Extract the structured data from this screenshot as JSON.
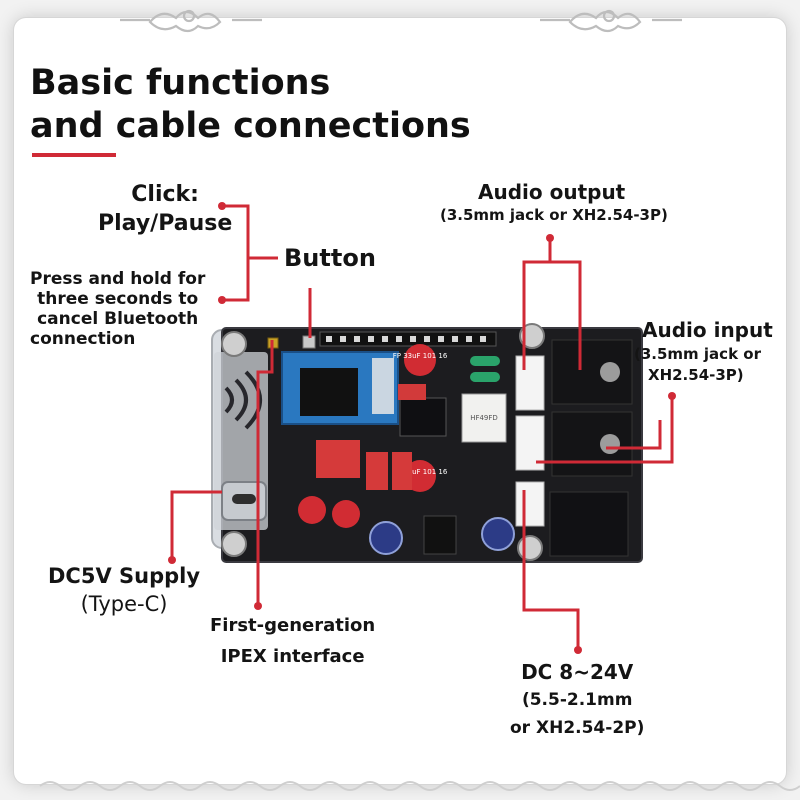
{
  "title": {
    "line1": "Basic functions",
    "line2": "and cable connections"
  },
  "labels": {
    "click_line1": "Click:",
    "click_line2": "Play/Pause",
    "press_line1": "Press and hold for",
    "press_line2": "three seconds to",
    "press_line3": "cancel Bluetooth",
    "press_line4": "connection",
    "button": "Button",
    "audio_output": "Audio output",
    "audio_output_sub": "(3.5mm jack or XH2.54-3P)",
    "audio_input": "Audio input",
    "audio_input_sub1": "(3.5mm jack or",
    "audio_input_sub2": "XH2.54-3P)",
    "dc5v_line1": "DC5V Supply",
    "dc5v_line2": "(Type-C)",
    "ipex_line1": "First-generation",
    "ipex_line2": "IPEX interface",
    "dc_main": "DC 8~24V",
    "dc_sub1": "(5.5-2.1mm",
    "dc_sub2": "or XH2.54-2P)"
  },
  "board_text": {
    "cap_label_1": "FP 33uF 101 16",
    "cap_label_2": "FP 33uF 101 16",
    "relay_label": "HF49FD"
  },
  "colors": {
    "accent": "#d02a36",
    "text": "#141414",
    "pcb": "#1c1c1f"
  }
}
